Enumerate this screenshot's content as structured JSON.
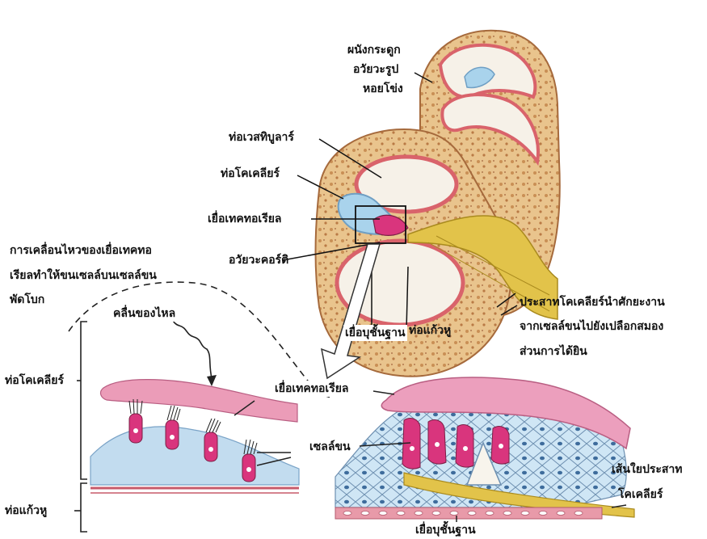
{
  "labels": {
    "bony_wall": [
      "ผนังกระดูก",
      "อวัยวะรูป",
      "หอยโข่ง"
    ],
    "vestibular_duct": "ท่อเวสทิบูลาร์",
    "cochlear_duct_top": "ท่อโคเคลียร์",
    "tectorial_membrane_top": "เยื่อเทคทอเรียล",
    "organ_of_corti": "อวัยวะคอร์ติ",
    "basilar_membrane_top": "เยื่อบุชั้นฐาน",
    "tympanic_duct_top": "ท่อแก้วหู",
    "movement_note": [
      "การเคลื่อนไหวของเยื่อเทคทอ",
      "เรียลทำให้ขนเซลล์บนเซลล์ขน",
      "พัดโบก"
    ],
    "fluid_wave": "คลื่นของไหล",
    "cochlear_nerve": [
      "ประสาทโคเคลียร์นำศักยะงาน",
      "จากเซลล์ขนไปยังเปลือกสมอง",
      "ส่วนการได้ยิน"
    ],
    "cochlear_duct_left": "ท่อโคเคลียร์",
    "tectorial_membrane_bottom": "เยื่อเทคทอเรียล",
    "hair_cell": "เซลล์ขน",
    "tympanic_duct_left": "ท่อแก้วหู",
    "nerve_fiber": [
      "เส้นใยประสาท",
      "โคเคลียร์"
    ],
    "basilar_membrane_bottom": "เยื่อบุชั้นฐาน"
  },
  "colors": {
    "bone": "#e9c48d",
    "bone_dark": "#b06a3a",
    "duct_wall": "#d9636b",
    "fluid": "#f6f1e8",
    "tectorial": "#e78fae",
    "endolymph_blue": "#a9d3ec",
    "hair_cell": "#d9357d",
    "nerve": "#e2c34a"
  }
}
